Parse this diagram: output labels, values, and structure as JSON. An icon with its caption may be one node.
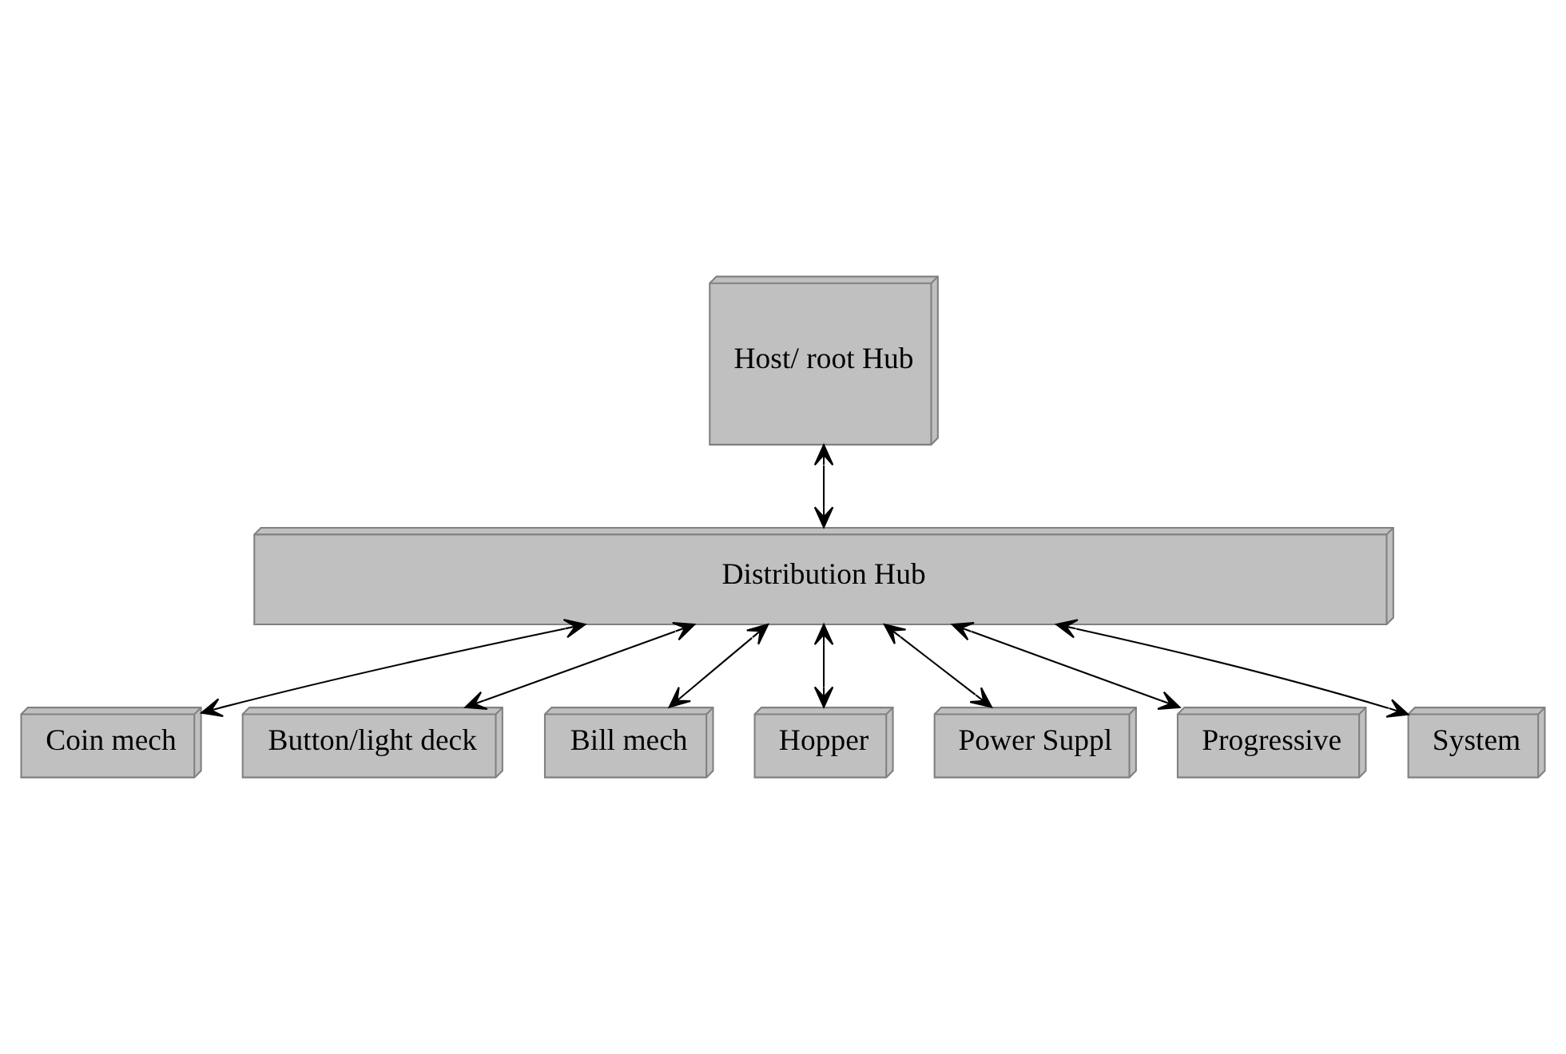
{
  "diagram": {
    "nodes": [
      {
        "text": [
          "Host/ root Hub"
        ]
      },
      {
        "text": [
          "Distribution Hub"
        ]
      },
      {
        "text": [
          "Coin mech"
        ]
      },
      {
        "text": [
          "Button/light deck"
        ]
      },
      {
        "text": [
          "Bill mech"
        ]
      },
      {
        "text": [
          "Hopper"
        ]
      },
      {
        "text": [
          "Power Suppl"
        ]
      },
      {
        "text": [
          "Progressive"
        ]
      },
      {
        "text": [
          "System"
        ]
      }
    ],
    "edges": [
      {
        "from": 0,
        "to": 1,
        "arrow": "both"
      },
      {
        "from": 1,
        "to": 2,
        "arrow": "both"
      },
      {
        "from": 1,
        "to": 3,
        "arrow": "both"
      },
      {
        "from": 1,
        "to": 4,
        "arrow": "both"
      },
      {
        "from": 1,
        "to": 5,
        "arrow": "both"
      },
      {
        "from": 1,
        "to": 6,
        "arrow": "both"
      },
      {
        "from": 1,
        "to": 7,
        "arrow": "both"
      },
      {
        "from": 1,
        "to": 8,
        "arrow": "both"
      }
    ]
  }
}
